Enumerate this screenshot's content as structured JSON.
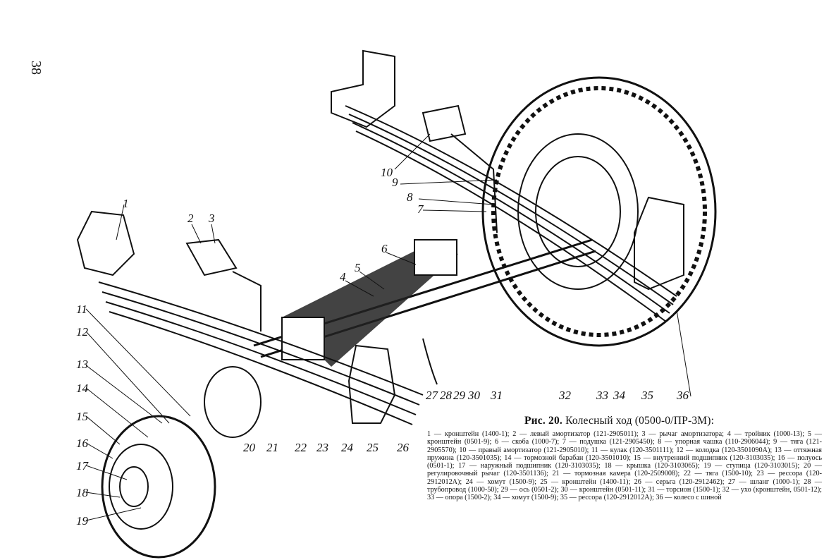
{
  "page_number": "38",
  "figure": {
    "title_label": "Рис. 20.",
    "title_text": " Колесный ход (0500-0/ПР-3М):",
    "parts_text": "1 — кронштейн (1400-1); 2 — левый амортизатор (121-2905011); 3 — рычаг амортизатора; 4 — тройник (1000-13); 5 — кронштейн (0501-9); 6 — скоба (1000-7); 7 — подушка (121-2905450); 8 — упорная чашка (110-2906044); 9 — тяга (121-2905570); 10 — правый амортизатор (121-2905010); 11 — кулак (120-3501111); 12 — колодка (120-3501090А); 13 — оттяжная пружина (120-3501035); 14 — тормозной барабан (120-3501010); 15 — внутренний подшипник (120-3103035); 16 — полуось (0501-1); 17 — наружный подшипник (120-3103035); 18 — крышка (120-3103065); 19 — ступица (120-3103015); 20 — регулировочный рычаг (120-3501136); 21 — тормозная камера (120-2509008); 22 — тяга (1500-10); 23 — рессора (120-2912012А); 24 — хомут (1500-9); 25 — кронштейн (1400-11); 26 — серьга (120-2912462); 27 — шланг (1000-1); 28 — трубопровод (1000-50); 29 — ось (0501-2); 30 — кронштейн (0501-11); 31 — торсион (1500-1); 32 — ухо (кронштейн, 0501-12); 33 — опора (1500-2); 34 — хомут (1500-9); 35 — рессора (120-2912012А); 36 — колесо с шиной"
  },
  "callouts": [
    "1",
    "2",
    "3",
    "4",
    "5",
    "6",
    "7",
    "8",
    "9",
    "10",
    "11",
    "12",
    "13",
    "14",
    "15",
    "16",
    "17",
    "18",
    "19",
    "20",
    "21",
    "22",
    "23",
    "24",
    "25",
    "26",
    "27",
    "28",
    "29",
    "30",
    "31",
    "32",
    "33",
    "34",
    "35",
    "36"
  ]
}
